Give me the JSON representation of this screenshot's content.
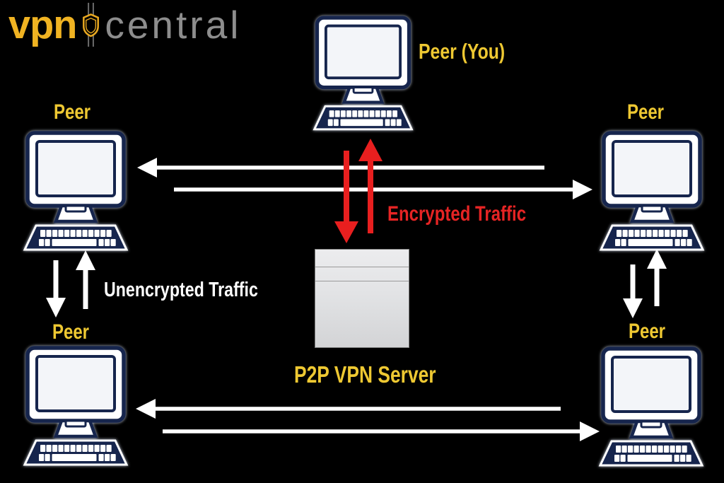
{
  "logo": {
    "vpn": "vpn",
    "central": "central",
    "shield_icon": "shield"
  },
  "nodes": {
    "peer_you": {
      "label": "Peer (You)"
    },
    "peer_top_left": {
      "label": "Peer"
    },
    "peer_top_right": {
      "label": "Peer"
    },
    "peer_bottom_left": {
      "label": "Peer"
    },
    "peer_bottom_right": {
      "label": "Peer"
    },
    "server": {
      "label": "P2P VPN Server"
    }
  },
  "annotations": {
    "encrypted_traffic": {
      "label": "Encrypted Traffic",
      "color": "#e62424"
    },
    "unencrypted_traffic": {
      "label": "Unencrypted Traffic",
      "color": "#ffffff"
    }
  },
  "colors": {
    "background": "#000000",
    "peer_label_yellow": "#eec832",
    "logo_vpn_gold": "#f0b322",
    "logo_central_gray": "#8d8d8d",
    "computer_outline_navy": "#16254d",
    "encrypted_arrow_red": "#e81f1f",
    "unencrypted_arrow_white": "#ffffff",
    "server_fill_gray": "#e2e3e5"
  }
}
